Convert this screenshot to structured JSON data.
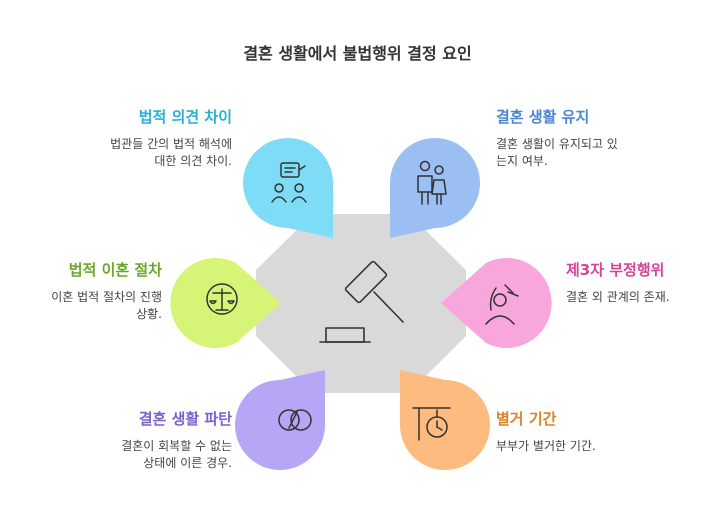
{
  "title": "결혼 생활에서 불법행위 결정 요인",
  "factors": [
    {
      "title": "법적 의견 차이",
      "desc1": "법관들 간의 법적 해석에",
      "desc2": "대한 의견 차이.",
      "color": "#2ab0d6",
      "fill": "#7fdcf6",
      "icon": "debate-people-icon"
    },
    {
      "title": "결혼 생활 유지",
      "desc1": "결혼 생활이 유지되고 있",
      "desc2": "는지 여부.",
      "color": "#4a86d6",
      "fill": "#9bbef3",
      "icon": "couple-icon"
    },
    {
      "title": "제3자 부정행위",
      "desc1": "결혼 외 관계의 존재.",
      "desc2": "",
      "color": "#d6449c",
      "fill": "#f8a6dc",
      "icon": "secret-person-icon"
    },
    {
      "title": "별거 기간",
      "desc1": "부부가 별거한 기간.",
      "desc2": "",
      "color": "#db8326",
      "fill": "#fdbb7f",
      "icon": "timer-icon"
    },
    {
      "title": "결혼 생활 파탄",
      "desc1": "결혼이 회복할 수 없는",
      "desc2": "상태에 이른 경우.",
      "color": "#7c5fd1",
      "fill": "#b6a6f5",
      "icon": "broken-circles-icon"
    },
    {
      "title": "법적 이혼 절차",
      "desc1": "이혼 법적 절차의 진행",
      "desc2": "상황.",
      "color": "#6aa82a",
      "fill": "#d6f576",
      "icon": "scales-icon"
    }
  ],
  "center_icon": "gavel-icon",
  "center_fill": "#d9d9d9",
  "stroke": "#333333"
}
